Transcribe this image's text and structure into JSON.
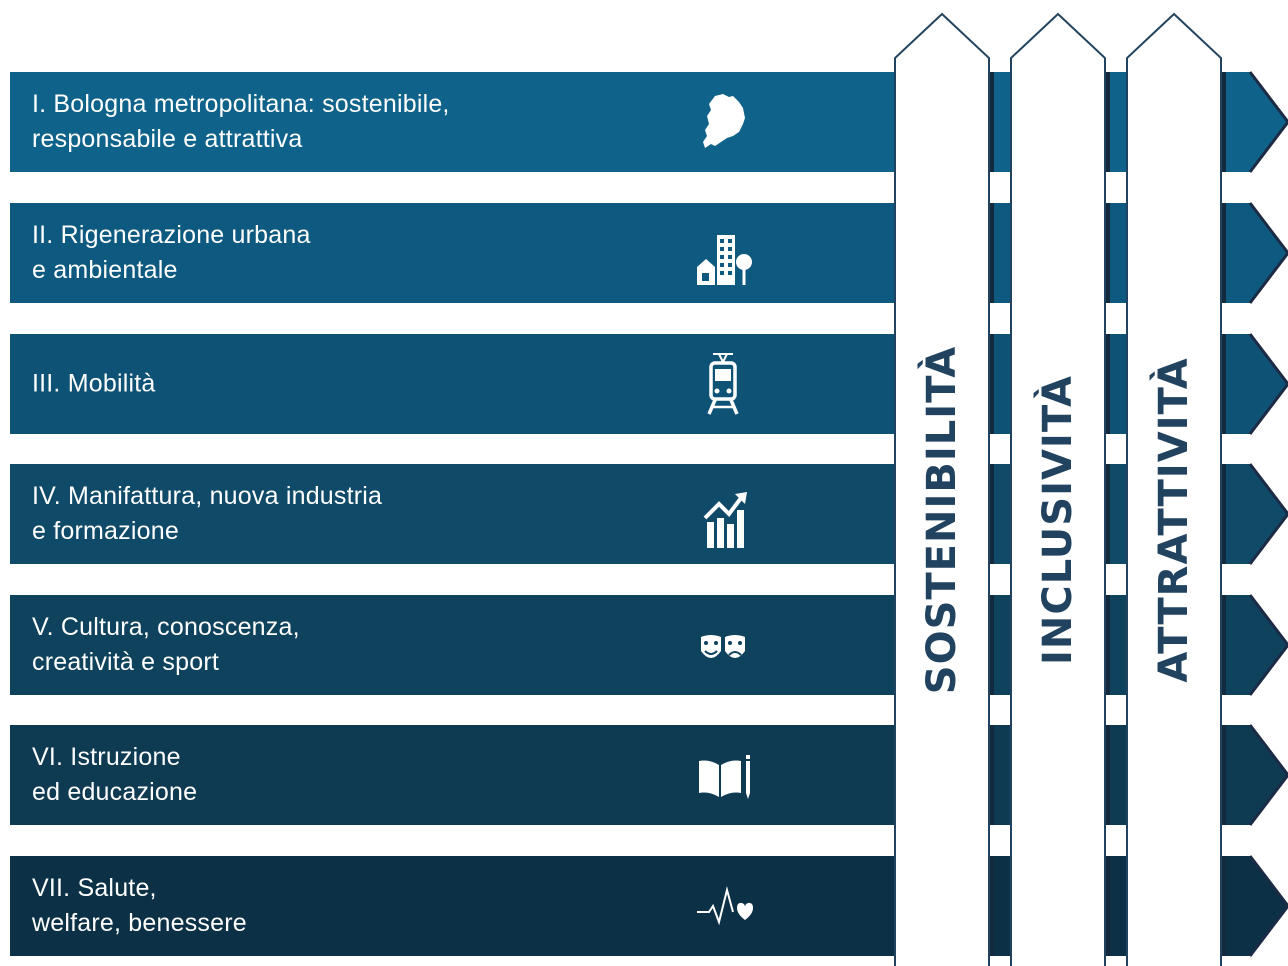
{
  "rows": [
    {
      "label": "I. Bologna metropolitana: sostenibile,\nresponsabile e attrattiva",
      "icon": "map-region-icon",
      "color": "#0f6289"
    },
    {
      "label": "II. Rigenerazione urbana\ne ambientale",
      "icon": "city-buildings-tree-icon",
      "color": "#0d5980"
    },
    {
      "label": "III. Mobilità",
      "icon": "tram-icon",
      "color": "#0e5275"
    },
    {
      "label": "IV. Manifattura, nuova industria\ne formazione",
      "icon": "growth-chart-icon",
      "color": "#0f4a69"
    },
    {
      "label": "V. Cultura, conoscenza,\ncreatività e sport",
      "icon": "theater-masks-icon",
      "color": "#0f425c"
    },
    {
      "label": "VI. Istruzione\ned educazione",
      "icon": "book-pencil-icon",
      "color": "#0e3a52"
    },
    {
      "label": "VII. Salute,\nwelfare, benessere",
      "icon": "heartbeat-icon",
      "color": "#0c3046"
    }
  ],
  "pillars": [
    {
      "label": "SOSTENIBILITÀ"
    },
    {
      "label": "INCLUSIVITÀ"
    },
    {
      "label": "ATTRATTIVITÀ"
    }
  ],
  "colors": {
    "pillar_fill": "#ffffff",
    "pillar_stroke": "#22435f",
    "pillar_text": "#22435f",
    "separator": "#13293d",
    "arrow_tip_edge": "#1c2b45"
  }
}
